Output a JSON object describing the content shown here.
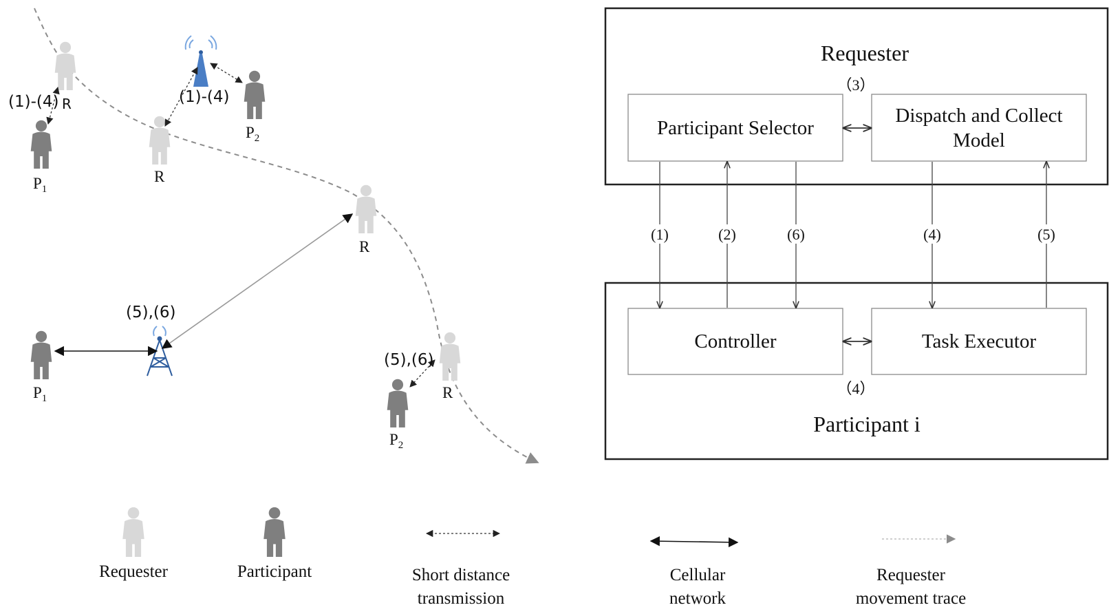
{
  "scenario": {
    "labels": {
      "r": "R",
      "p": "P",
      "sub1": "1",
      "sub2": "2",
      "steps_1_4": "(1)-(4)",
      "steps_5_6": "(5),(6)"
    }
  },
  "architecture": {
    "requester_title": "Requester",
    "participant_title": "Participant i",
    "participant_selector": "Participant Selector",
    "dispatch_line1": "Dispatch and Collect",
    "dispatch_line2": "Model",
    "controller": "Controller",
    "task_executor": "Task Executor",
    "top_marker": "（3）",
    "bottom_marker": "（4）",
    "flows": [
      "(1)",
      "(2)",
      "(6)",
      "(4)",
      "(5)"
    ]
  },
  "legend": {
    "requester": "Requester",
    "participant": "Participant",
    "short_line1": "Short distance",
    "short_line2": "transmission",
    "cellular_line1": "Cellular",
    "cellular_line2": "network",
    "trace_line1": "Requester",
    "trace_line2": "movement trace"
  },
  "colors": {
    "requester_fill": "#d8d8d8",
    "participant_fill": "#7f7f7f",
    "tower_blue": "#2e5d9e",
    "signal_blue": "#7aa7e0"
  }
}
